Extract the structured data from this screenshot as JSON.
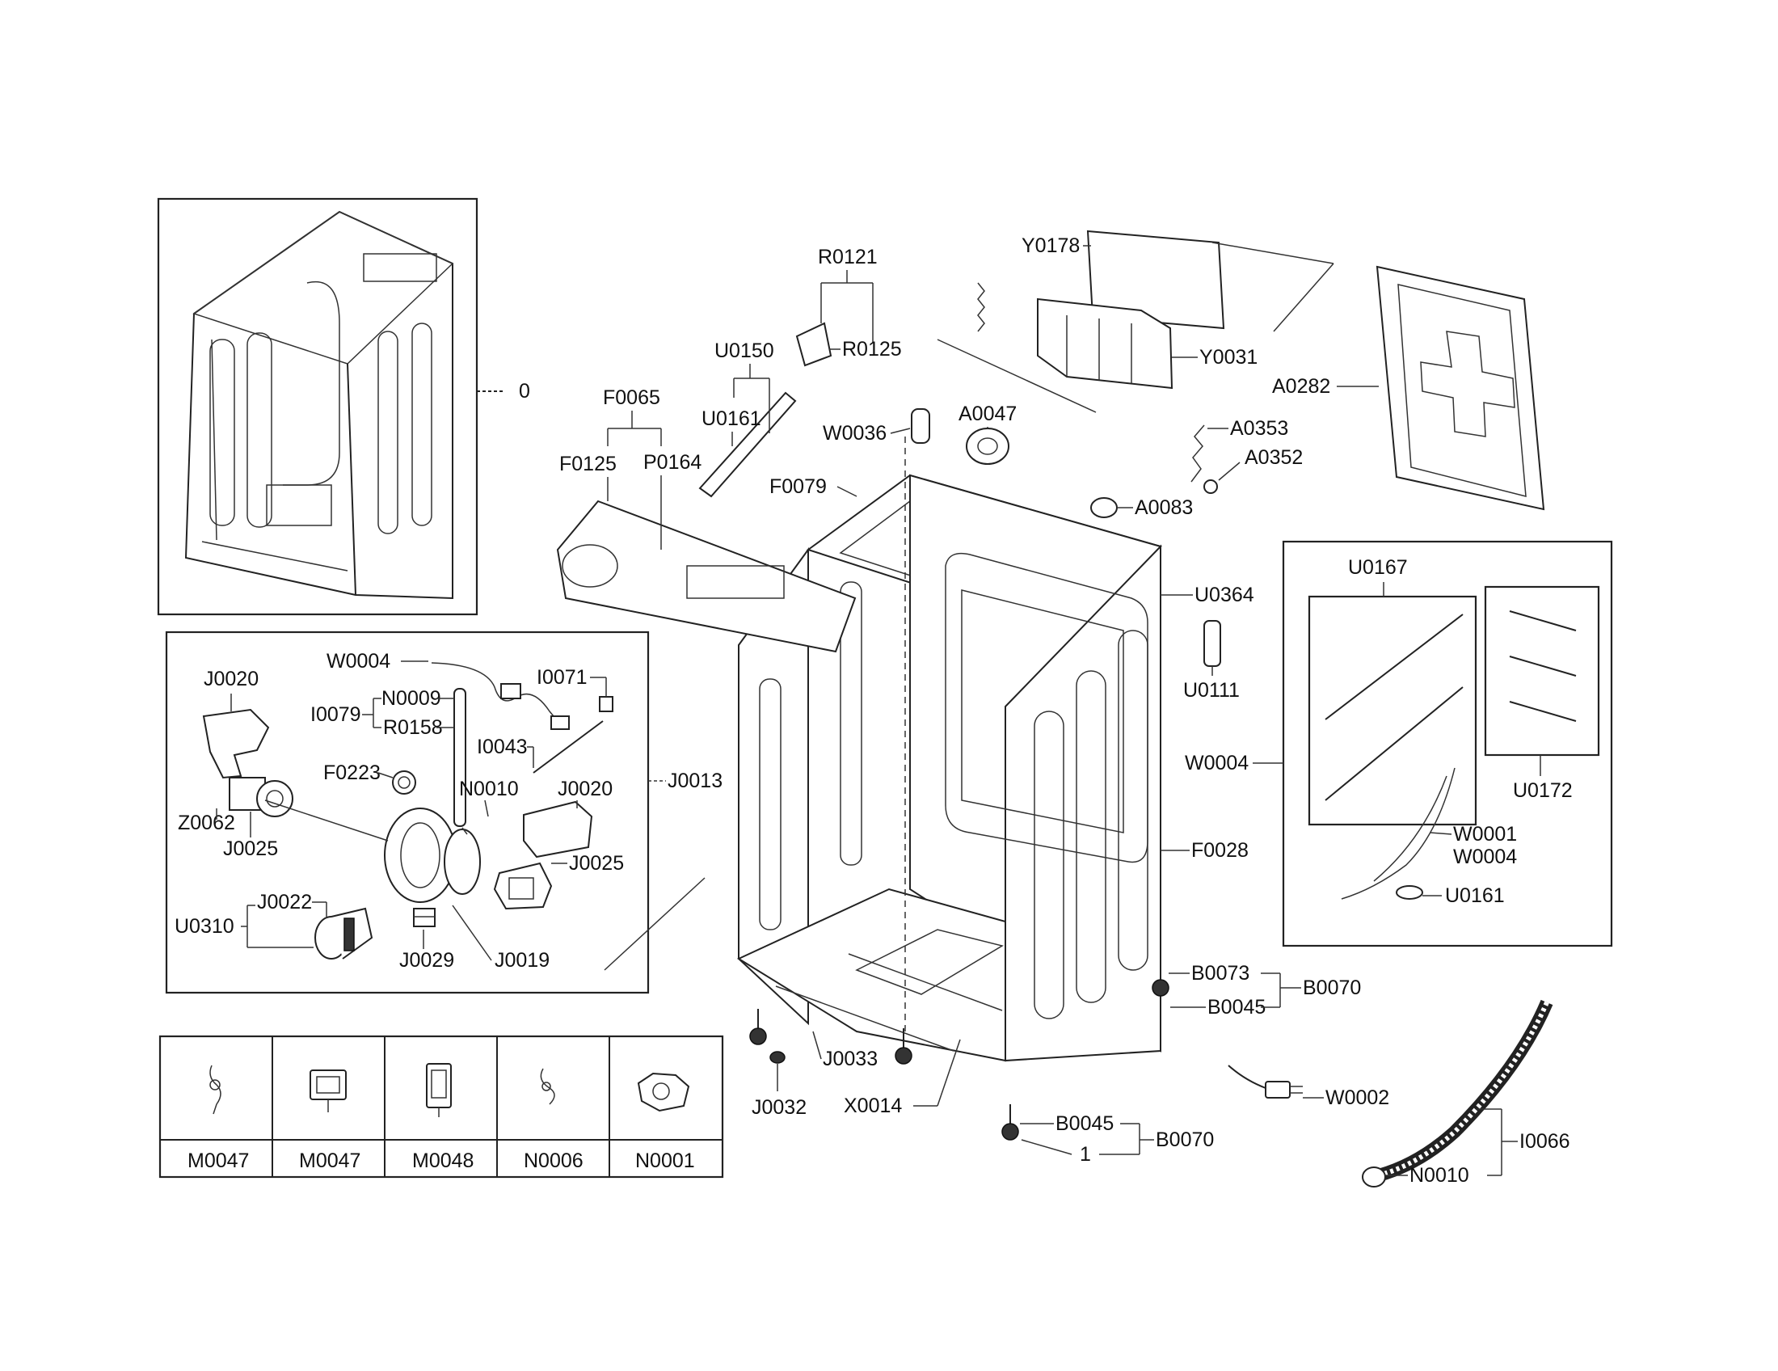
{
  "labels": {
    "r0121": "R0121",
    "r0125": "R0125",
    "u0150": "U0150",
    "u0161_top": "U0161",
    "f0065": "F0065",
    "f0125": "F0125",
    "p0164": "P0164",
    "w0036": "W0036",
    "a0047": "A0047",
    "f0079": "F0079",
    "y0178": "Y0178",
    "y0031": "Y0031",
    "a0282": "A0282",
    "a0353": "A0353",
    "a0352": "A0352",
    "a0083": "A0083",
    "u0364": "U0364",
    "u0111": "U0111",
    "w0004_right": "W0004",
    "f0028": "F0028",
    "u0167": "U0167",
    "u0172": "U0172",
    "w0001": "W0001",
    "w0004_kit": "W0004",
    "u0161_kit": "U0161",
    "b0073": "B0073",
    "b0070_upper": "B0070",
    "b0045_upper": "B0045",
    "w0002": "W0002",
    "i0066": "I0066",
    "n0010_hose": "N0010",
    "b0045_lower": "B0045",
    "b0070_lower": "B0070",
    "one": "1",
    "j0033": "J0033",
    "j0032": "J0032",
    "x0014": "X0014",
    "cabinet": "0",
    "w0004_pump": "W0004",
    "i0071": "I0071",
    "j0020_a": "J0020",
    "n0009": "N0009",
    "i0079": "I0079",
    "r0158": "R0158",
    "i0043": "I0043",
    "f0223": "F0223",
    "n0010_pump": "N0010",
    "j0020_b": "J0020",
    "z0062": "Z0062",
    "j0025_a": "J0025",
    "j0025_b": "J0025",
    "j0013": "J0013",
    "j0022": "J0022",
    "u0310": "U0310",
    "j0029": "J0029",
    "j0019": "J0019"
  },
  "hardware_table": [
    "M0047",
    "M0047",
    "M0048",
    "N0006",
    "N0001"
  ],
  "icons": [
    "cabinet-frame",
    "control-panel",
    "filter-housing",
    "hose",
    "drain-pump",
    "wire-harness",
    "leveling-foot",
    "clip",
    "clamp"
  ]
}
